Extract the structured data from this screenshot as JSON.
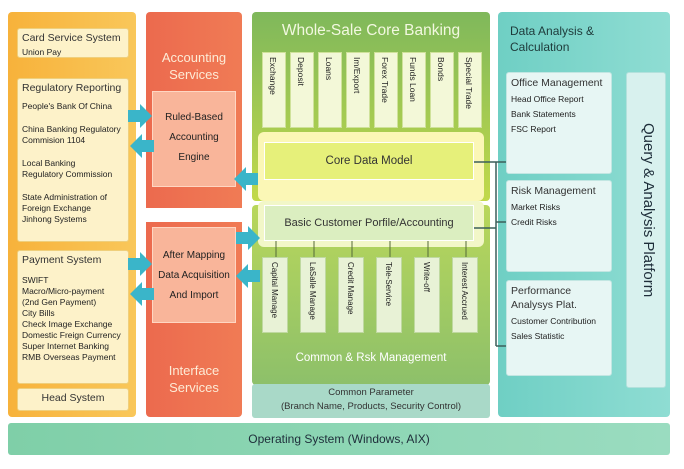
{
  "left": {
    "card_service": {
      "title": "Card Service System",
      "items": [
        "Union Pay"
      ]
    },
    "regulatory": {
      "title": "Regulatory Reporting",
      "items": [
        "People's Bank Of China",
        "China Banking Regulatory",
        "Commision 1104",
        "Local Banking",
        "Regulatory Commission",
        "State Administration of",
        "Foreign Exchange",
        "Jinhong Systems"
      ]
    },
    "payment": {
      "title": "Payment System",
      "items": [
        "SWIFT",
        "Macro/Micro-payment",
        "(2nd Gen Payment)",
        "City Bills",
        "Check Image Exchange",
        "Domestic Freign Currency",
        "Super Internet Banking",
        "RMB Overseas Payment"
      ]
    },
    "head": {
      "title": "Head System"
    }
  },
  "accounting": {
    "title_1": "Accounting",
    "title_2": "Services",
    "engine_1": "Ruled-Based",
    "engine_2": "Accounting",
    "engine_3": "Engine"
  },
  "interface": {
    "acq_1": "After Mapping",
    "acq_2": "Data Acquisition",
    "acq_3": "And Import",
    "title_1": "Interface",
    "title_2": "Services"
  },
  "core": {
    "title": "Whole-Sale Core Banking",
    "top_tabs": [
      "Exchange",
      "Deposit",
      "Loans",
      "Im/Export",
      "Forex Trade",
      "Funds Loan",
      "Bonds",
      "Special Trade"
    ],
    "core_model": "Core Data Model",
    "basic": "Basic Customer Porfile/Accounting",
    "bottom_tabs": [
      "Capital Manage",
      "LaSalle Manage",
      "Credit Manage",
      "Tele-Service",
      "Write-off",
      "Interest Accrued"
    ],
    "common_mgmt": "Common & Rsk Management",
    "common_param_1": "Common Parameter",
    "common_param_2": "(Branch Name, Products, Security Control)"
  },
  "analysis": {
    "title_1": "Data Analysis &",
    "title_2": "Calculation",
    "office": {
      "title": "Office Management",
      "items": [
        "Head Office Report",
        "Bank Statements",
        "FSC Report"
      ]
    },
    "risk": {
      "title": "Risk Management",
      "items": [
        "Market Risks",
        "Credit Risks"
      ]
    },
    "perf": {
      "title_1": "Performance",
      "title_2": "Analysys Plat.",
      "items": [
        "Customer Contribution",
        "Sales Statistic"
      ]
    },
    "query": "Query & Analysis Platform"
  },
  "os": "Operating System (Windows, AIX)",
  "colors": {
    "orange": "#f7b23b",
    "red": "#ec6a4e",
    "green": "#8dc06a",
    "teal": "#6fcfc4",
    "arrow": "#3ab5c9"
  }
}
